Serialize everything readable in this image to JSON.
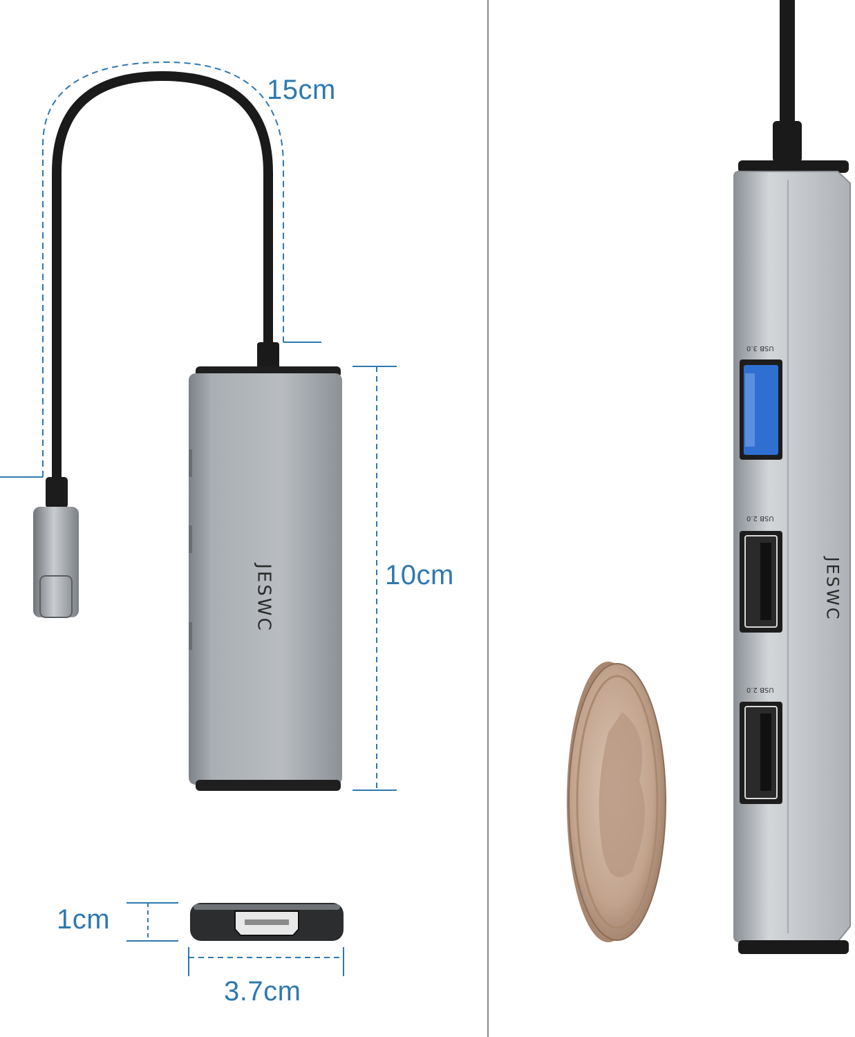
{
  "dimensions": {
    "cable_length": "15cm",
    "body_length": "10cm",
    "thickness": "1cm",
    "width": "3.7cm"
  },
  "brand": "JESWC",
  "ports": [
    {
      "label": "USB 3.0",
      "color": "#2f6fd1"
    },
    {
      "label": "USB 2.0",
      "color": "#2a2a2a"
    },
    {
      "label": "USB 2.0",
      "color": "#2a2a2a"
    }
  ],
  "colors": {
    "dimension_blue": "#2e78b0",
    "hub_gray": "#9ea3a8",
    "cable_black": "#1a1a1a",
    "divider": "#8a8a8a"
  }
}
